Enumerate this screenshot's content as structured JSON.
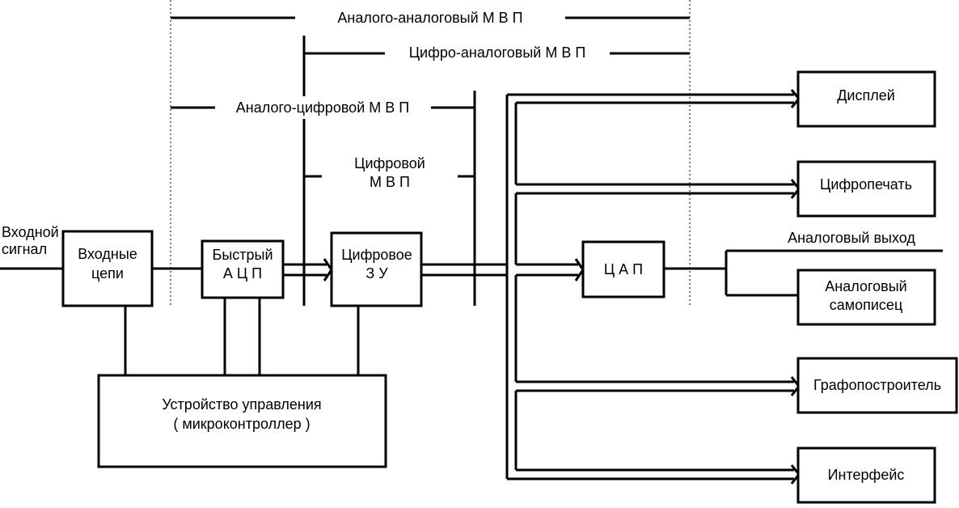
{
  "labels": {
    "input_signal_line1": "Входной",
    "input_signal_line2": "сигнал",
    "analog_out": "Аналоговый выход",
    "mvp_analog_analog": "Аналого-аналоговый  М В П",
    "mvp_digital_analog": "Цифро-аналоговый  М В П",
    "mvp_analog_digital": "Аналого-цифровой  М В П",
    "mvp_digital_line1": "Цифровой",
    "mvp_digital_line2": "М В П"
  },
  "blocks": {
    "input_circuits": [
      "Входные",
      "цепи"
    ],
    "fast_adc": [
      "Быстрый",
      "А Ц П"
    ],
    "digital_memory": [
      "Цифровое",
      "З У"
    ],
    "controller": [
      "Устройство управления",
      "( микроконтроллер )"
    ],
    "dac": "Ц А П",
    "display": "Дисплей",
    "printer": "Цифропечать",
    "recorder": [
      "Аналоговый",
      "самописец"
    ],
    "plotter": "Графопостроитель",
    "interface": "Интерфейс"
  }
}
